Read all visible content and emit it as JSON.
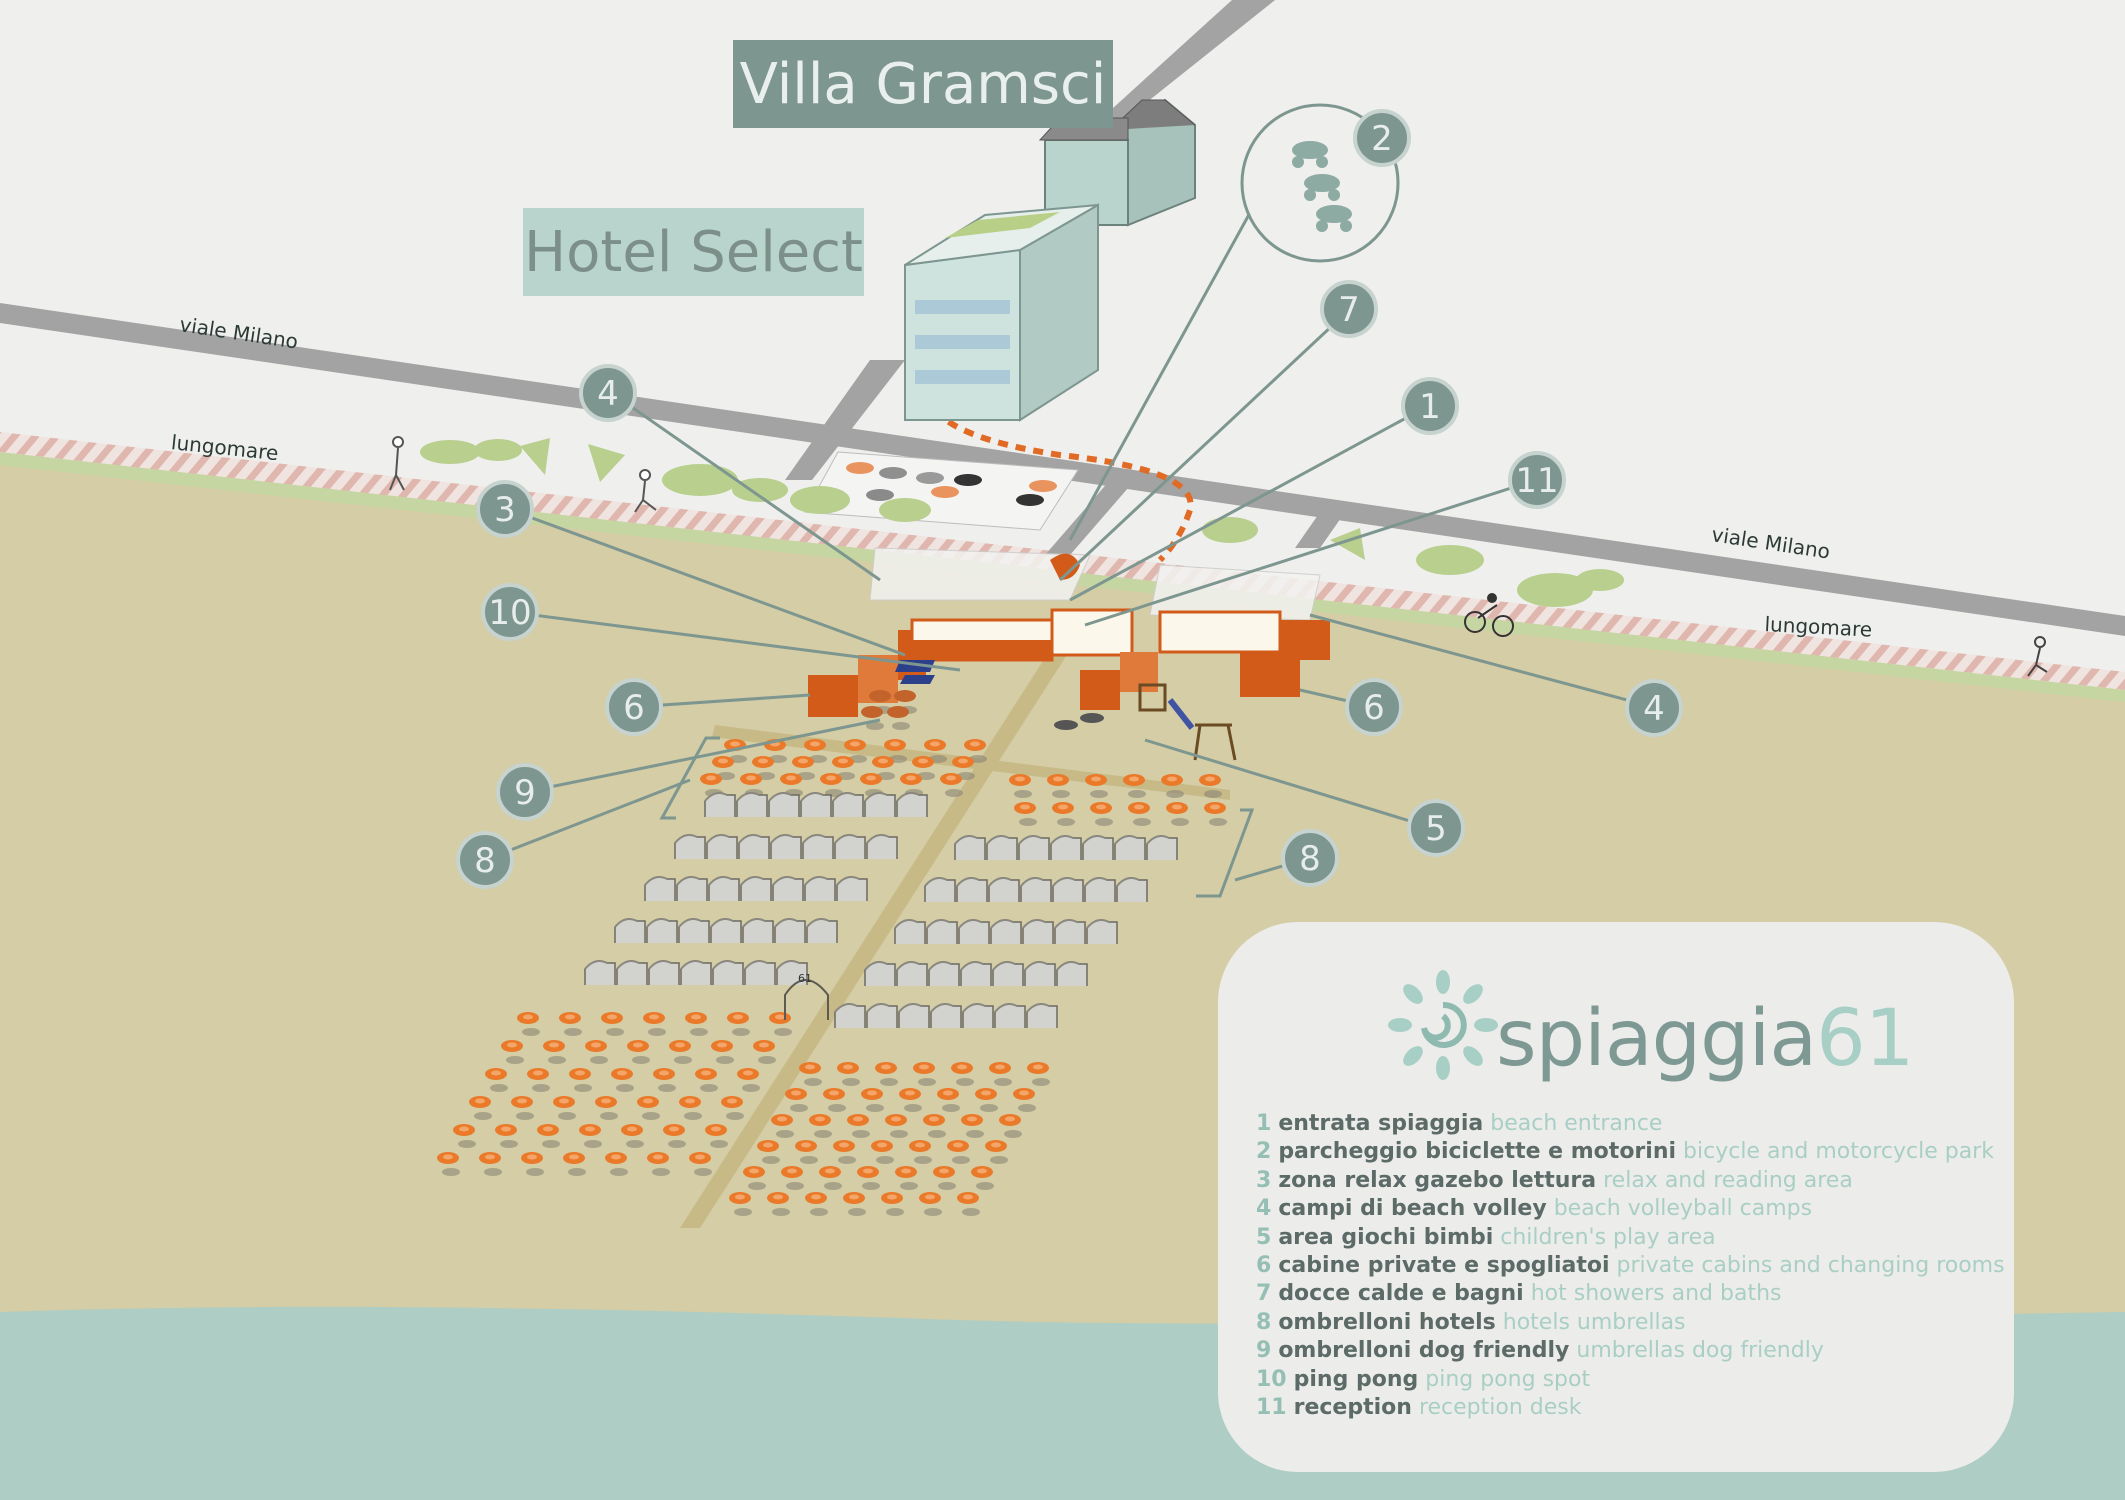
{
  "labels": {
    "villa": "Villa Gramsci",
    "hotel": "Hotel Select"
  },
  "streets": {
    "viale_milano": "viale Milano",
    "lungomare": "lungomare"
  },
  "beach_arch_number": "61",
  "markers": [
    "1",
    "2",
    "3",
    "4",
    "5",
    "6",
    "7",
    "8",
    "9",
    "10",
    "11"
  ],
  "legend": {
    "logo_word": "spiaggia",
    "logo_number": "61",
    "items": [
      {
        "n": "1",
        "it": "entrata spiaggia",
        "en": "beach entrance"
      },
      {
        "n": "2",
        "it": "parcheggio biciclette e motorini",
        "en": "bicycle and motorcycle park"
      },
      {
        "n": "3",
        "it": "zona relax gazebo lettura",
        "en": "relax and reading area"
      },
      {
        "n": "4",
        "it": "campi di beach volley",
        "en": "beach volleyball camps"
      },
      {
        "n": "5",
        "it": "area giochi bimbi",
        "en": "children's play area"
      },
      {
        "n": "6",
        "it": "cabine private e spogliatoi",
        "en": "private cabins and changing rooms"
      },
      {
        "n": "7",
        "it": "docce calde e bagni",
        "en": "hot showers and baths"
      },
      {
        "n": "8",
        "it": "ombrelloni hotels",
        "en": "hotels umbrellas"
      },
      {
        "n": "9",
        "it": "ombrelloni dog friendly",
        "en": "umbrellas dog friendly"
      },
      {
        "n": "10",
        "it": "ping pong",
        "en": "ping pong spot"
      },
      {
        "n": "11",
        "it": "reception",
        "en": "reception desk"
      }
    ]
  },
  "colors": {
    "sand": "#d4cda5",
    "sea": "#aecdc5",
    "road": "#a3a3a3",
    "marker": "#7e9690",
    "umbrella": "#ea7a2a",
    "cabin": "#d35b1a",
    "tree": "#b9cf8e"
  }
}
